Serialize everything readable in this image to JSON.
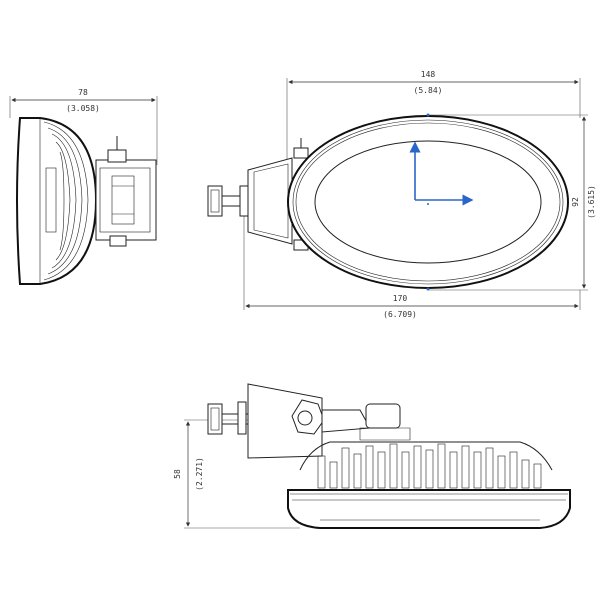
{
  "side_view": {
    "width_mm": "78",
    "width_in": "(3.058)"
  },
  "front_view": {
    "lens_width_mm": "148",
    "lens_width_in": "(5.84)",
    "overall_width_mm": "170",
    "overall_width_in": "(6.709)",
    "height_mm": "92",
    "height_in": "(3.615)",
    "axis_color": "#2a66c9"
  },
  "bottom_view": {
    "depth_mm": "58",
    "depth_in": "(2.271)"
  }
}
